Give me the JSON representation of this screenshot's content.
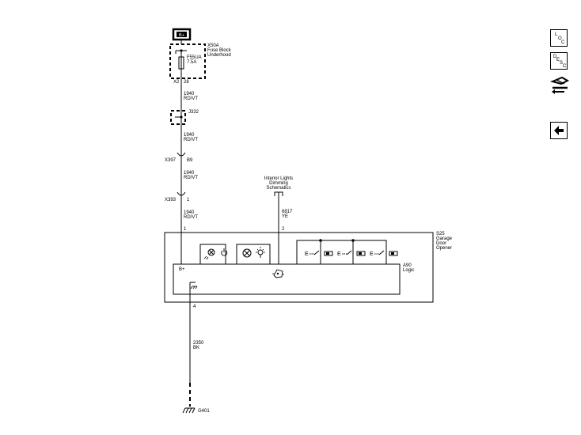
{
  "power": {
    "label": "B+"
  },
  "fuse_block": {
    "id": "X50A",
    "line1": "Fuse Block",
    "line2": "Underhood"
  },
  "fuse": {
    "id": "F55UA",
    "rating": "7.5A"
  },
  "fuse_pins": {
    "connector": "X2",
    "pin": "28"
  },
  "wire_a": {
    "circuit": "1940",
    "color": "RD/VT"
  },
  "splice": {
    "id": "J332"
  },
  "wire_b": {
    "circuit": "1940",
    "color": "RD/VT"
  },
  "inline_1": {
    "id": "X397",
    "pin": "B9"
  },
  "wire_c": {
    "circuit": "1940",
    "color": "RD/VT"
  },
  "inline_2": {
    "id": "X393",
    "pin": "1"
  },
  "wire_d": {
    "circuit": "1940",
    "color": "RD/VT"
  },
  "dimming_ref": {
    "line1": "Interior Lights",
    "line2": "Dimming",
    "line3": "Schematics"
  },
  "wire_dim": {
    "circuit": "6817",
    "color": "YE"
  },
  "module": {
    "id": "S25",
    "line1": "Garage",
    "line2": "Door",
    "line3": "Opener",
    "pin1": "1",
    "pin2": "2",
    "pin4": "4"
  },
  "logic": {
    "id": "A90",
    "name": "Logic",
    "supply": "B+"
  },
  "wire_gnd": {
    "circuit": "2350",
    "color": "BK"
  },
  "ground": {
    "id": "G401"
  },
  "nav": {
    "loc_letters": [
      "L",
      "O",
      "C"
    ],
    "desc_letters": [
      "D",
      "E",
      "S",
      "C"
    ],
    "connector_icon": "connector-list-icon",
    "back_icon": "back-arrow-icon"
  }
}
